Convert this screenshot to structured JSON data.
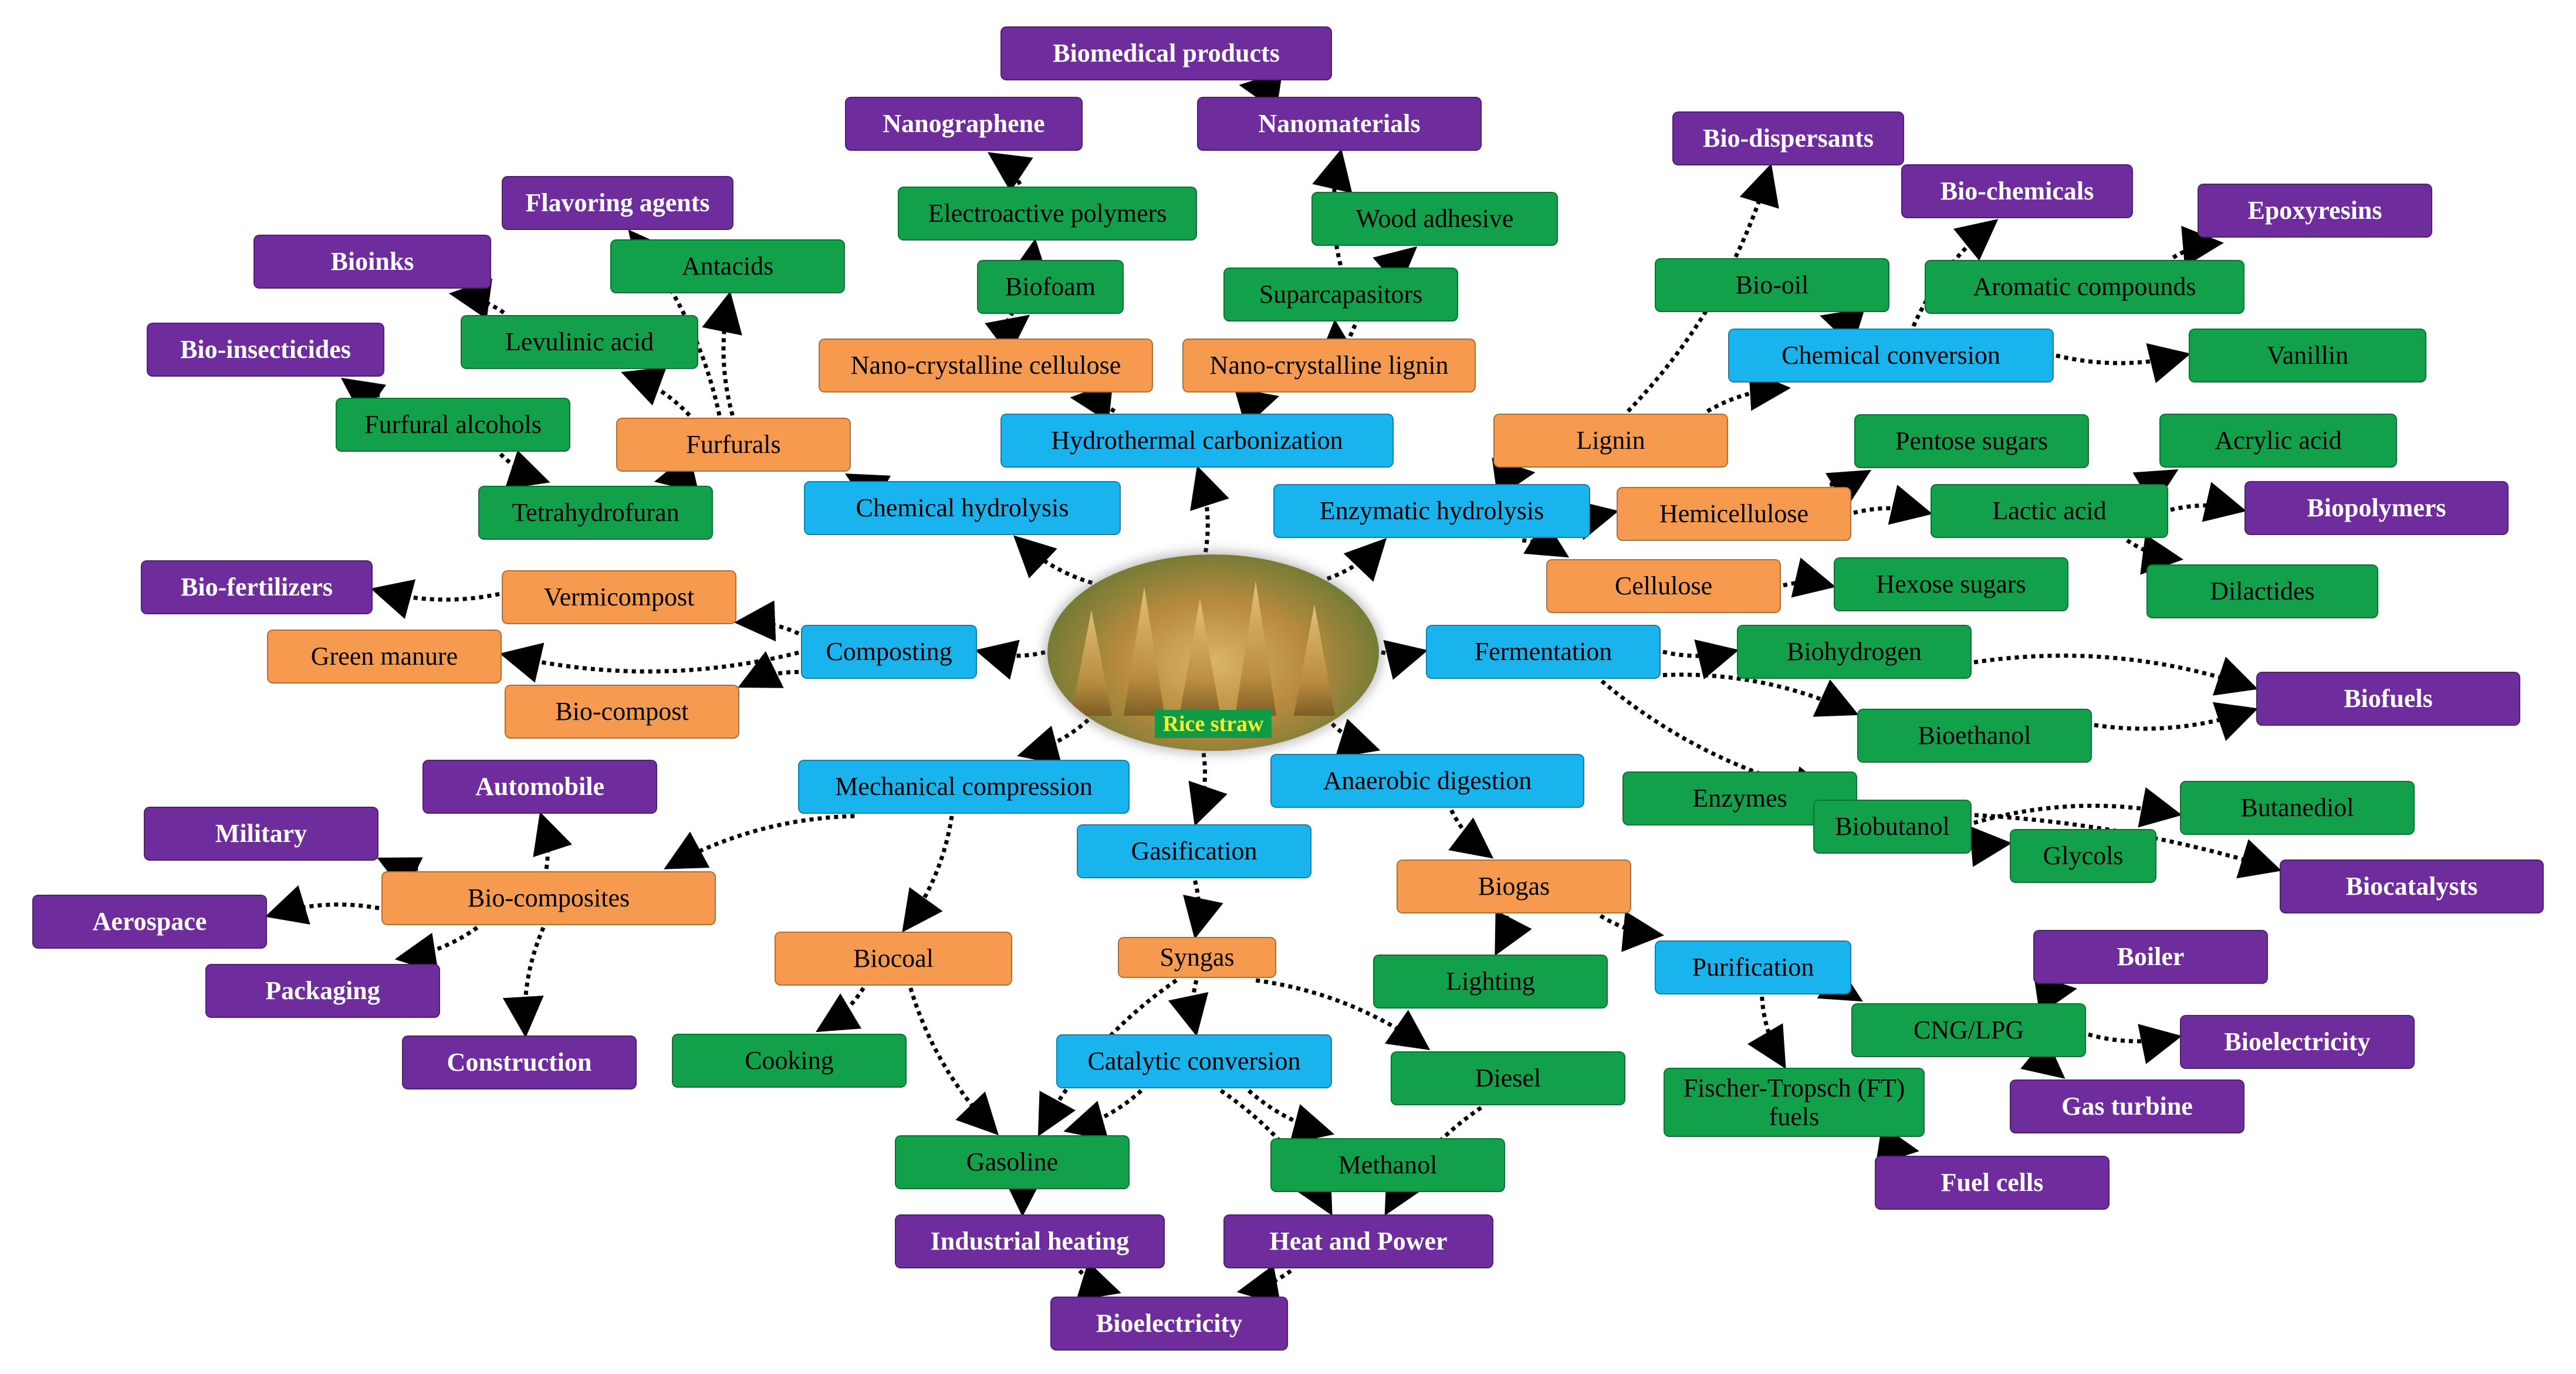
{
  "center": {
    "label": "Rice straw"
  },
  "nodes": {
    "biomedical": {
      "label": "Biomedical products",
      "color": "purple"
    },
    "nanographene": {
      "label": "Nanographene",
      "color": "purple"
    },
    "nanomaterials": {
      "label": "Nanomaterials",
      "color": "purple"
    },
    "biodispersants": {
      "label": "Bio-dispersants",
      "color": "purple"
    },
    "flavoring": {
      "label": "Flavoring agents",
      "color": "purple"
    },
    "biochemicals": {
      "label": "Bio-chemicals",
      "color": "purple"
    },
    "epoxyresins": {
      "label": "Epoxyresins",
      "color": "purple"
    },
    "bioinks": {
      "label": "Bioinks",
      "color": "purple"
    },
    "bioinsecticides": {
      "label": "Bio-insecticides",
      "color": "purple"
    },
    "biofertilizers": {
      "label": "Bio-fertilizers",
      "color": "purple"
    },
    "biopolymers": {
      "label": "Biopolymers",
      "color": "purple"
    },
    "biofuels": {
      "label": "Biofuels",
      "color": "purple"
    },
    "automobile": {
      "label": "Automobile",
      "color": "purple"
    },
    "military": {
      "label": "Military",
      "color": "purple"
    },
    "aerospace": {
      "label": "Aerospace",
      "color": "purple"
    },
    "packaging": {
      "label": "Packaging",
      "color": "purple"
    },
    "construction": {
      "label": "Construction",
      "color": "purple"
    },
    "biocatalysts": {
      "label": "Biocatalysts",
      "color": "purple"
    },
    "boiler": {
      "label": "Boiler",
      "color": "purple"
    },
    "bioelectricity_r": {
      "label": "Bioelectricity",
      "color": "purple"
    },
    "gasturbine": {
      "label": "Gas turbine",
      "color": "purple"
    },
    "fuelcells": {
      "label": "Fuel cells",
      "color": "purple"
    },
    "industrialheating": {
      "label": "Industrial heating",
      "color": "purple"
    },
    "heatpower": {
      "label": "Heat and Power",
      "color": "purple"
    },
    "bioelectricity_b": {
      "label": "Bioelectricity",
      "color": "purple"
    },
    "electroactive": {
      "label": "Electroactive polymers",
      "color": "green"
    },
    "woodadhesive": {
      "label": "Wood adhesive",
      "color": "green"
    },
    "antacids": {
      "label": "Antacids",
      "color": "green"
    },
    "biofoam": {
      "label": "Biofoam",
      "color": "green"
    },
    "supercapacitors": {
      "label": "Suparcapasitors",
      "color": "green"
    },
    "biooil": {
      "label": "Bio-oil",
      "color": "green"
    },
    "aromatic": {
      "label": "Aromatic compounds",
      "color": "green"
    },
    "levulinic": {
      "label": "Levulinic acid",
      "color": "green"
    },
    "vanillin": {
      "label": "Vanillin",
      "color": "green"
    },
    "furfuralalcohols": {
      "label": "Furfural alcohols",
      "color": "green"
    },
    "pentose": {
      "label": "Pentose sugars",
      "color": "green"
    },
    "acrylic": {
      "label": "Acrylic acid",
      "color": "green"
    },
    "thf": {
      "label": "Tetrahydrofuran",
      "color": "green"
    },
    "lactic": {
      "label": "Lactic acid",
      "color": "green"
    },
    "hexose": {
      "label": "Hexose  sugars",
      "color": "green"
    },
    "dilactides": {
      "label": "Dilactides",
      "color": "green"
    },
    "biohydrogen": {
      "label": "Biohydrogen",
      "color": "green"
    },
    "bioethanol": {
      "label": "Bioethanol",
      "color": "green"
    },
    "enzymes": {
      "label": "Enzymes",
      "color": "green"
    },
    "biobutanol": {
      "label": "Biobutanol",
      "color": "green"
    },
    "butanediol": {
      "label": "Butanediol",
      "color": "green"
    },
    "glycols": {
      "label": "Glycols",
      "color": "green"
    },
    "lighting": {
      "label": "Lighting",
      "color": "green"
    },
    "cngl": {
      "label": "CNG/LPG",
      "color": "green"
    },
    "cooking": {
      "label": "Cooking",
      "color": "green"
    },
    "diesel": {
      "label": "Diesel",
      "color": "green"
    },
    "ftfuels": {
      "label": "Fischer-Tropsch (FT) fuels",
      "color": "green"
    },
    "gasoline": {
      "label": "Gasoline",
      "color": "green"
    },
    "methanol": {
      "label": "Methanol",
      "color": "green"
    },
    "ncc": {
      "label": "Nano-crystalline cellulose",
      "color": "orange"
    },
    "ncl": {
      "label": "Nano-crystalline lignin",
      "color": "orange"
    },
    "furfurals": {
      "label": "Furfurals",
      "color": "orange"
    },
    "lignin": {
      "label": "Lignin",
      "color": "orange"
    },
    "hemicellulose": {
      "label": "Hemicellulose",
      "color": "orange"
    },
    "cellulose": {
      "label": "Cellulose",
      "color": "orange"
    },
    "vermicompost": {
      "label": "Vermicompost",
      "color": "orange"
    },
    "greenmanure": {
      "label": "Green manure",
      "color": "orange"
    },
    "biocompost": {
      "label": "Bio-compost",
      "color": "orange"
    },
    "biocomposites": {
      "label": "Bio-composites",
      "color": "orange"
    },
    "biocoal": {
      "label": "Biocoal",
      "color": "orange"
    },
    "syngas": {
      "label": "Syngas",
      "color": "orange"
    },
    "biogas": {
      "label": "Biogas",
      "color": "orange"
    },
    "htc": {
      "label": "Hydrothermal carbonization",
      "color": "blue"
    },
    "chemconv": {
      "label": "Chemical conversion",
      "color": "blue"
    },
    "chemhydro": {
      "label": "Chemical hydrolysis",
      "color": "blue"
    },
    "enzhydro": {
      "label": "Enzymatic hydrolysis",
      "color": "blue"
    },
    "composting": {
      "label": "Composting",
      "color": "blue"
    },
    "fermentation": {
      "label": "Fermentation",
      "color": "blue"
    },
    "mechcomp": {
      "label": "Mechanical compression",
      "color": "blue"
    },
    "anaerobic": {
      "label": "Anaerobic digestion",
      "color": "blue"
    },
    "gasification": {
      "label": "Gasification",
      "color": "blue"
    },
    "purification": {
      "label": "Purification",
      "color": "blue"
    },
    "catalytic": {
      "label": "Catalytic conversion",
      "color": "blue"
    }
  },
  "edges": [
    [
      "center",
      "htc"
    ],
    [
      "center",
      "chemhydro"
    ],
    [
      "center",
      "enzhydro"
    ],
    [
      "center",
      "composting"
    ],
    [
      "center",
      "fermentation"
    ],
    [
      "center",
      "mechcomp"
    ],
    [
      "center",
      "anaerobic"
    ],
    [
      "center",
      "gasification"
    ],
    [
      "htc",
      "ncc"
    ],
    [
      "htc",
      "ncl"
    ],
    [
      "ncc",
      "electroactive"
    ],
    [
      "ncc",
      "biofoam"
    ],
    [
      "ncl",
      "supercapacitors"
    ],
    [
      "ncl",
      "woodadhesive"
    ],
    [
      "electroactive",
      "nanographene"
    ],
    [
      "supercapacitors",
      "nanomaterials"
    ],
    [
      "nanomaterials",
      "biomedical"
    ],
    [
      "chemhydro",
      "furfurals"
    ],
    [
      "furfurals",
      "levulinic"
    ],
    [
      "furfurals",
      "antacids"
    ],
    [
      "furfurals",
      "flavoring"
    ],
    [
      "furfurals",
      "thf"
    ],
    [
      "levulinic",
      "bioinks"
    ],
    [
      "furfuralalcohols",
      "bioinsecticides"
    ],
    [
      "furfuralalcohols",
      "thf"
    ],
    [
      "enzhydro",
      "lignin"
    ],
    [
      "enzhydro",
      "hemicellulose"
    ],
    [
      "enzhydro",
      "cellulose"
    ],
    [
      "lignin",
      "biodispersants"
    ],
    [
      "lignin",
      "chemconv"
    ],
    [
      "chemconv",
      "biooil"
    ],
    [
      "chemconv",
      "biochemicals"
    ],
    [
      "chemconv",
      "vanillin"
    ],
    [
      "aromatic",
      "epoxyresins"
    ],
    [
      "hemicellulose",
      "pentose"
    ],
    [
      "hemicellulose",
      "lactic"
    ],
    [
      "lactic",
      "acrylic"
    ],
    [
      "lactic",
      "biopolymers"
    ],
    [
      "lactic",
      "dilactides"
    ],
    [
      "cellulose",
      "hexose"
    ],
    [
      "composting",
      "vermicompost"
    ],
    [
      "composting",
      "greenmanure"
    ],
    [
      "composting",
      "biocompost"
    ],
    [
      "vermicompost",
      "biofertilizers"
    ],
    [
      "fermentation",
      "biohydrogen"
    ],
    [
      "fermentation",
      "bioethanol"
    ],
    [
      "fermentation",
      "biobutanol"
    ],
    [
      "biohydrogen",
      "biofuels"
    ],
    [
      "bioethanol",
      "biofuels"
    ],
    [
      "biobutanol",
      "butanediol"
    ],
    [
      "biobutanol",
      "glycols"
    ],
    [
      "enzymes",
      "biocatalysts"
    ],
    [
      "mechcomp",
      "biocomposites"
    ],
    [
      "mechcomp",
      "biocoal"
    ],
    [
      "biocomposites",
      "automobile"
    ],
    [
      "biocomposites",
      "military"
    ],
    [
      "biocomposites",
      "aerospace"
    ],
    [
      "biocomposites",
      "packaging"
    ],
    [
      "biocomposites",
      "construction"
    ],
    [
      "biocoal",
      "cooking"
    ],
    [
      "biocoal",
      "gasoline"
    ],
    [
      "gasification",
      "syngas"
    ],
    [
      "syngas",
      "catalytic"
    ],
    [
      "syngas",
      "diesel"
    ],
    [
      "syngas",
      "gasoline"
    ],
    [
      "catalytic",
      "gasoline"
    ],
    [
      "catalytic",
      "methanol"
    ],
    [
      "catalytic",
      "heatpower"
    ],
    [
      "diesel",
      "heatpower"
    ],
    [
      "gasoline",
      "industrialheating"
    ],
    [
      "industrialheating",
      "bioelectricity_b"
    ],
    [
      "heatpower",
      "bioelectricity_b"
    ],
    [
      "anaerobic",
      "biogas"
    ],
    [
      "biogas",
      "lighting"
    ],
    [
      "biogas",
      "purification"
    ],
    [
      "purification",
      "cngl"
    ],
    [
      "purification",
      "ftfuels"
    ],
    [
      "cngl",
      "boiler"
    ],
    [
      "cngl",
      "bioelectricity_r"
    ],
    [
      "cngl",
      "gasturbine"
    ],
    [
      "ftfuels",
      "fuelcells"
    ]
  ]
}
